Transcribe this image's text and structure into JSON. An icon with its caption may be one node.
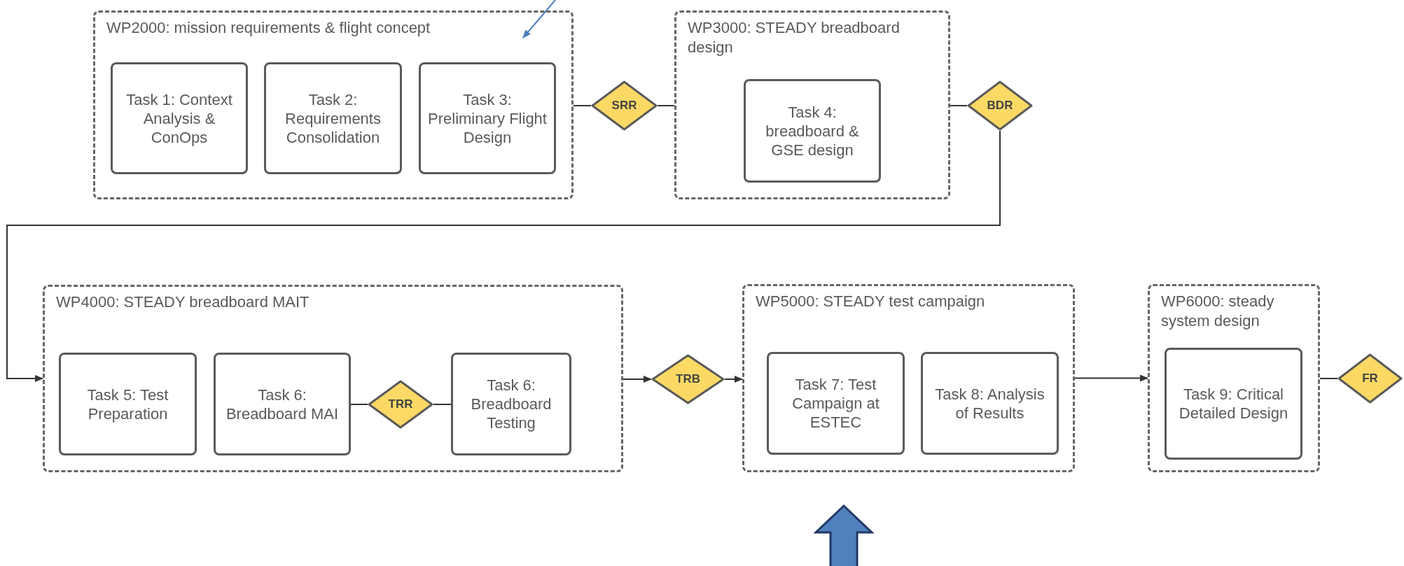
{
  "diagram": {
    "nodes": [
      {
        "text": [
          "WP2000: mission requirements & flight concept"
        ]
      },
      {
        "text": [
          "Task 1: Context Analysis & ConOps"
        ],
        "in": 0
      },
      {
        "text": [
          "Task 2: Requirements Consolidation"
        ],
        "in": 0
      },
      {
        "text": [
          "Task 3: Preliminary Flight Design"
        ],
        "in": 0
      },
      {
        "text": [
          "SRR"
        ]
      },
      {
        "text": [
          "WP3000: STEADY breadboard design"
        ]
      },
      {
        "text": [
          "Task 4: breadboard & GSE design"
        ],
        "in": 5
      },
      {
        "text": [
          "BDR"
        ]
      },
      {
        "text": [
          "WP4000: STEADY breadboard MAIT"
        ]
      },
      {
        "text": [
          "Task 5: Test Preparation"
        ],
        "in": 8
      },
      {
        "text": [
          "Task 6: Breadboard MAI"
        ],
        "in": 8
      },
      {
        "text": [
          "TRR"
        ],
        "in": 8
      },
      {
        "text": [
          "Task 6: Breadboard Testing"
        ],
        "in": 8
      },
      {
        "text": [
          "TRB"
        ]
      },
      {
        "text": [
          "WP5000: STEADY test campaign"
        ]
      },
      {
        "text": [
          "Task 7: Test Campaign at ESTEC"
        ],
        "in": 14
      },
      {
        "text": [
          "Task 8: Analysis of Results"
        ],
        "in": 14
      },
      {
        "text": [
          "WP6000: steady system design"
        ]
      },
      {
        "text": [
          "Task 9: Critical Detailed Design"
        ],
        "in": 17
      },
      {
        "text": [
          "FR"
        ]
      }
    ],
    "edges": [
      {
        "from": 0,
        "to": 4,
        "arrow": "none"
      },
      {
        "from": 4,
        "to": 5,
        "arrow": "none"
      },
      {
        "from": 5,
        "to": 7,
        "arrow": "none"
      },
      {
        "from": 7,
        "to": 8,
        "arrow": "to"
      },
      {
        "from": 10,
        "to": 11,
        "arrow": "none"
      },
      {
        "from": 11,
        "to": 12,
        "arrow": "none"
      },
      {
        "from": 8,
        "to": 13,
        "arrow": "to"
      },
      {
        "from": 13,
        "to": 14,
        "arrow": "to"
      },
      {
        "from": 14,
        "to": 17,
        "arrow": "to"
      },
      {
        "from": 17,
        "to": 19,
        "arrow": "none"
      },
      {
        "from": null,
        "to": 0,
        "arrow": "to",
        "color": "#4a7ebb"
      },
      {
        "from": null,
        "to": 14,
        "arrow": "to",
        "style": "thick",
        "color": "#4f81bd"
      }
    ]
  }
}
